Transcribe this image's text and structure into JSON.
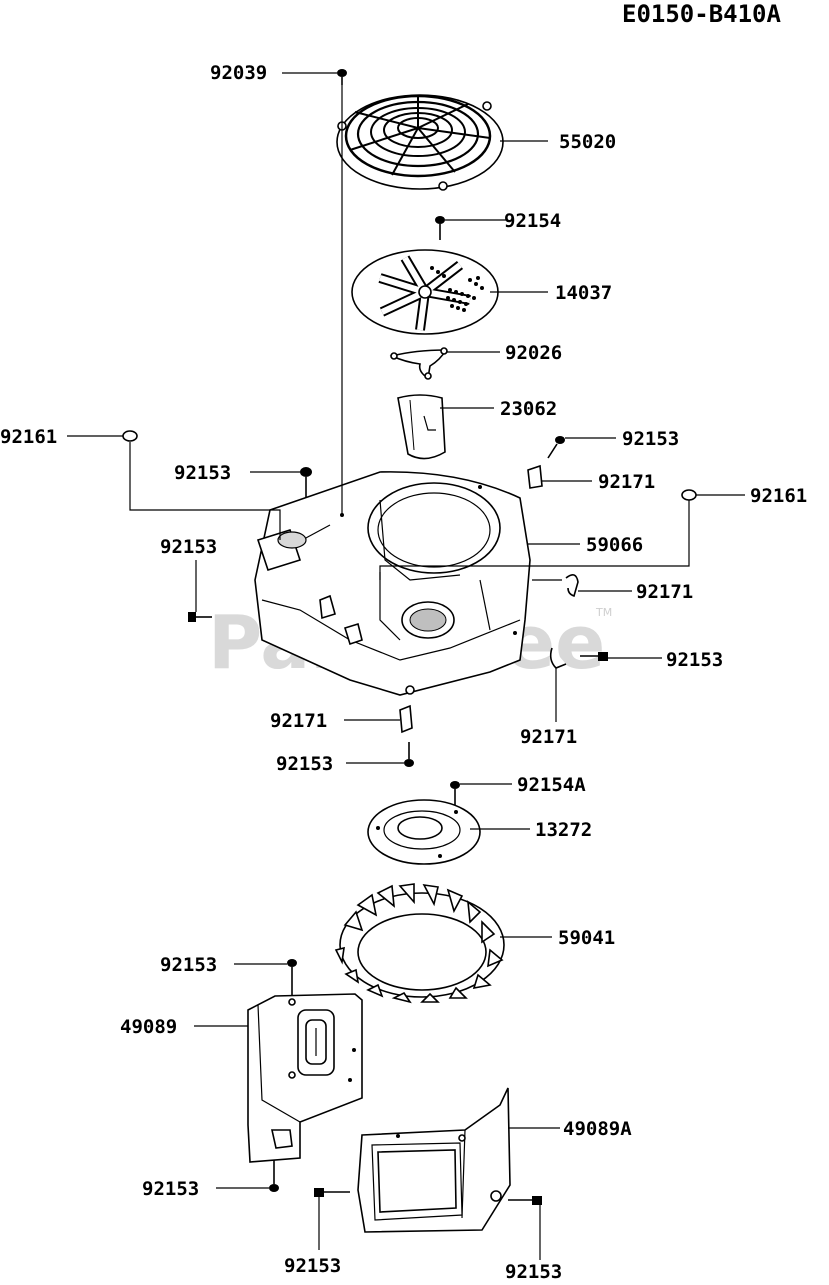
{
  "diagram_id": "E0150-B410A",
  "watermark": "PartsTree",
  "watermark_tm": "TM",
  "callouts": [
    {
      "id": "c-92039",
      "label": "92039"
    },
    {
      "id": "c-55020",
      "label": "55020"
    },
    {
      "id": "c-92154",
      "label": "92154"
    },
    {
      "id": "c-14037",
      "label": "14037"
    },
    {
      "id": "c-92026",
      "label": "92026"
    },
    {
      "id": "c-23062",
      "label": "23062"
    },
    {
      "id": "c-92161-l",
      "label": "92161"
    },
    {
      "id": "c-92153-r1",
      "label": "92153"
    },
    {
      "id": "c-92153-l1",
      "label": "92153"
    },
    {
      "id": "c-92171-r1",
      "label": "92171"
    },
    {
      "id": "c-92161-r",
      "label": "92161"
    },
    {
      "id": "c-92153-l2",
      "label": "92153"
    },
    {
      "id": "c-59066",
      "label": "59066"
    },
    {
      "id": "c-92171-r2",
      "label": "92171"
    },
    {
      "id": "c-92153-r2",
      "label": "92153"
    },
    {
      "id": "c-92171-l",
      "label": "92171"
    },
    {
      "id": "c-92171-b",
      "label": "92171"
    },
    {
      "id": "c-92153-l3",
      "label": "92153"
    },
    {
      "id": "c-92154a",
      "label": "92154A"
    },
    {
      "id": "c-13272",
      "label": "13272"
    },
    {
      "id": "c-59041",
      "label": "59041"
    },
    {
      "id": "c-92153-l4",
      "label": "92153"
    },
    {
      "id": "c-49089",
      "label": "49089"
    },
    {
      "id": "c-49089a",
      "label": "49089A"
    },
    {
      "id": "c-92153-l5",
      "label": "92153"
    },
    {
      "id": "c-92153-b1",
      "label": "92153"
    },
    {
      "id": "c-92153-b2",
      "label": "92153"
    }
  ]
}
